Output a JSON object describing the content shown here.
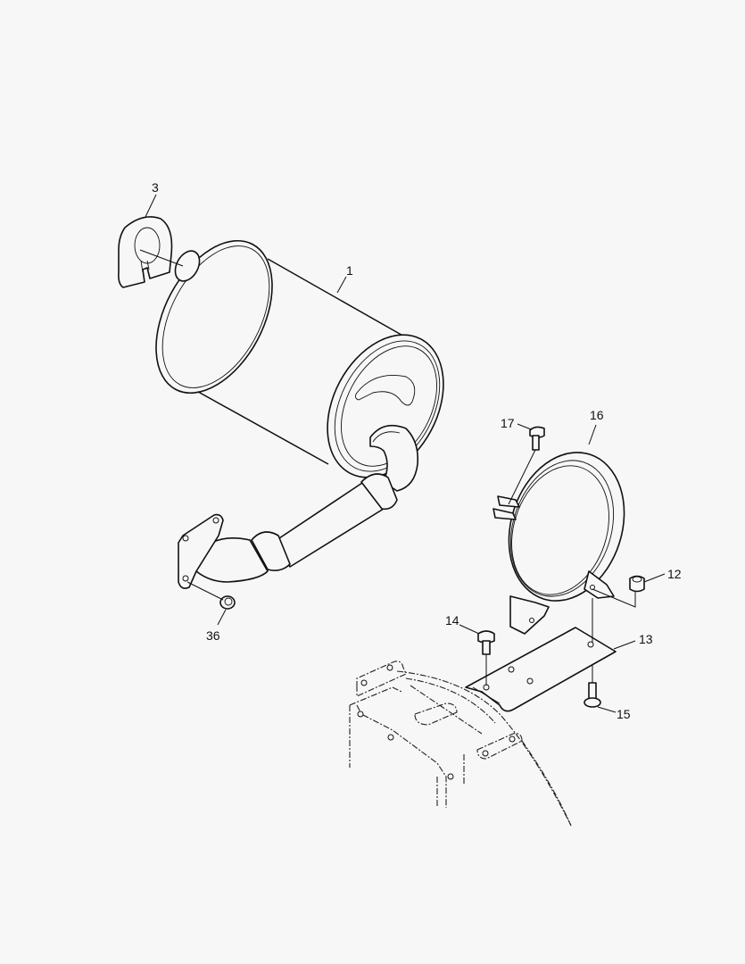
{
  "diagram": {
    "type": "exploded-parts-view",
    "subject": "muffler assembly",
    "background": "#f7f7f7",
    "line_color": "#111111",
    "callouts": [
      {
        "id": "3",
        "label": "3",
        "part": "gasket"
      },
      {
        "id": "1",
        "label": "1",
        "part": "muffler"
      },
      {
        "id": "36",
        "label": "36",
        "part": "nut"
      },
      {
        "id": "17",
        "label": "17",
        "part": "bolt"
      },
      {
        "id": "16",
        "label": "16",
        "part": "clamp band"
      },
      {
        "id": "12",
        "label": "12",
        "part": "nut"
      },
      {
        "id": "14",
        "label": "14",
        "part": "bolt"
      },
      {
        "id": "13",
        "label": "13",
        "part": "bracket plate"
      },
      {
        "id": "15",
        "label": "15",
        "part": "bolt"
      }
    ]
  }
}
